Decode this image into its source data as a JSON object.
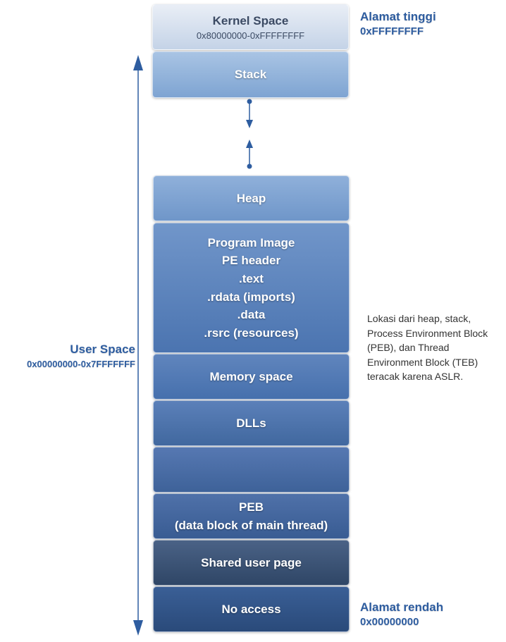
{
  "kernel": {
    "title": "Kernel Space",
    "range": "0x80000000-0xFFFFFFFF"
  },
  "high_label": {
    "title": "Alamat tinggi",
    "address": "0xFFFFFFFF"
  },
  "low_label": {
    "title": "Alamat rendah",
    "address": "0x00000000"
  },
  "user_space": {
    "title": "User Space",
    "range": "0x00000000-0x7FFFFFFF"
  },
  "blocks": {
    "stack": "Stack",
    "heap": "Heap",
    "image_lines": [
      "Program Image",
      "PE header",
      ".text",
      ".rdata (imports)",
      ".data",
      ".rsrc (resources)"
    ],
    "memory": "Memory space",
    "dlls": "DLLs",
    "empty": "",
    "peb_lines": [
      "PEB",
      "(data block of main thread)"
    ],
    "shared": "Shared user page",
    "noaccess": "No access"
  },
  "note": "Lokasi dari heap, stack, Process Environment Block (PEB), dan Thread Environment Block (TEB) teracak karena ASLR.",
  "colors": {
    "label_blue": "#2e5da0",
    "arrow_blue": "#2e5da0"
  }
}
